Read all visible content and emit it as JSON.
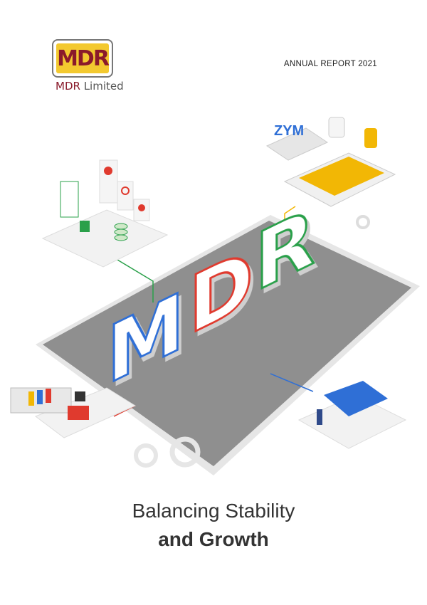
{
  "header": {
    "logo_text": "MDR",
    "company_name_part1": "MDR",
    "company_name_part2": " Limited",
    "report_label": "ANNUAL REPORT 2021"
  },
  "illustration": {
    "center_letters": [
      "M",
      "D",
      "R"
    ],
    "brand_badge": "ZYM"
  },
  "title": {
    "line1": "Balancing Stability",
    "line2": "and Growth"
  },
  "colors": {
    "brand_maroon": "#8a1a2b",
    "brand_yellow": "#f3c92f",
    "platform_gray": "#8e8e8e",
    "accent_blue": "#2f6fd6",
    "accent_green": "#2aa04a",
    "accent_red": "#e03a2e",
    "accent_yellow": "#f2b705"
  }
}
